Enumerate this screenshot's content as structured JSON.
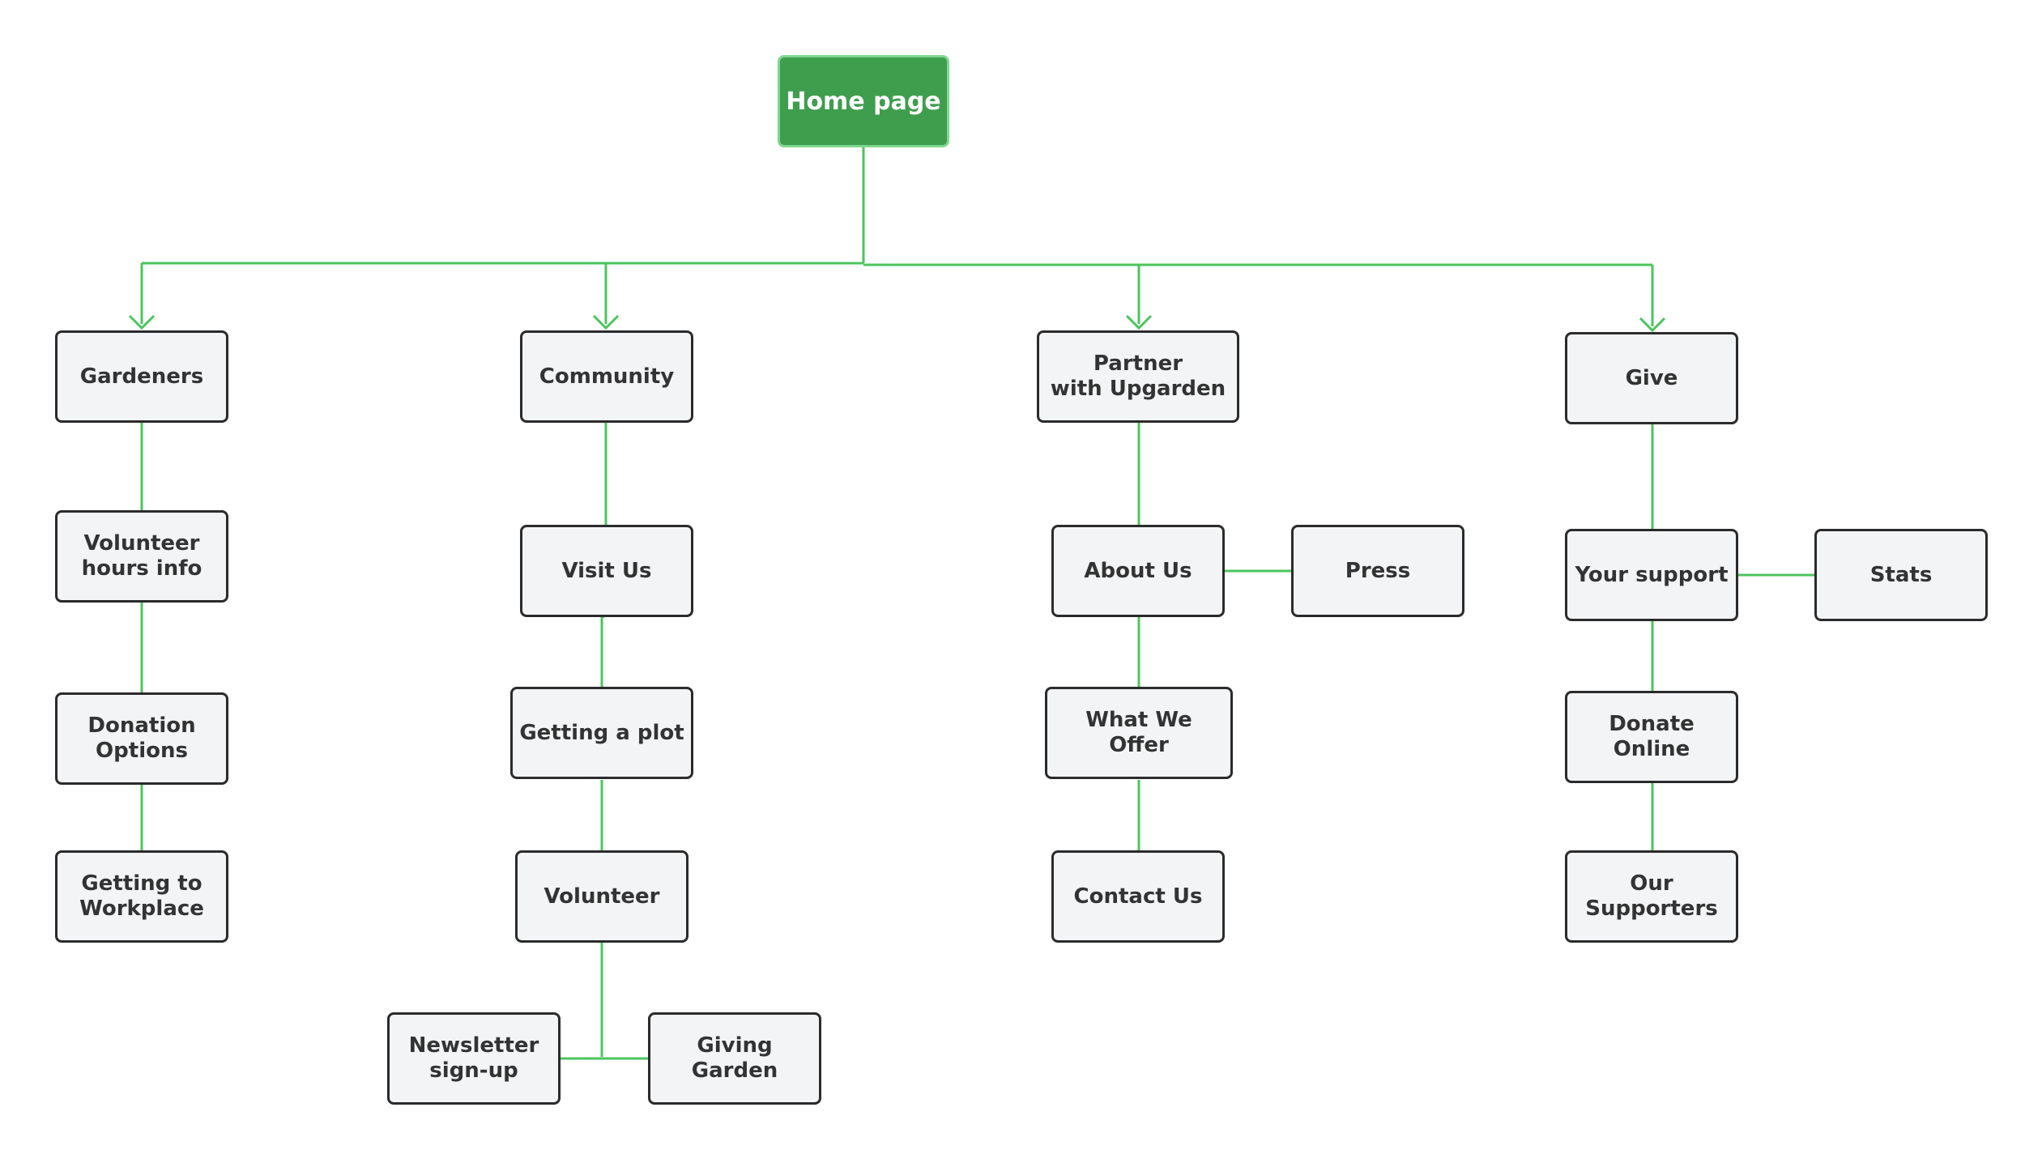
{
  "colors": {
    "root_fill": "#3f9e4d",
    "root_border": "#7fd68e",
    "node_fill": "#f3f4f6",
    "node_border": "#2b2b2b",
    "connector": "#4cc45e",
    "text": "#333333"
  },
  "nodes": {
    "home": "Home page",
    "gardeners": "Gardeners",
    "volunteer_hours": "Volunteer\nhours info",
    "donation_options": "Donation\nOptions",
    "getting_to_workplace": "Getting to\nWorkplace",
    "community": "Community",
    "visit_us": "Visit Us",
    "getting_plot": "Getting a plot",
    "volunteer": "Volunteer",
    "newsletter": "Newsletter\nsign-up",
    "giving_garden": "Giving Garden",
    "partner": "Partner\nwith Upgarden",
    "about_us": "About Us",
    "press": "Press",
    "what_we_offer": "What We Offer",
    "contact_us": "Contact Us",
    "give": "Give",
    "your_support": "Your support",
    "stats": "Stats",
    "donate_online": "Donate Online",
    "our_supporters": "Our\nSupporters"
  }
}
